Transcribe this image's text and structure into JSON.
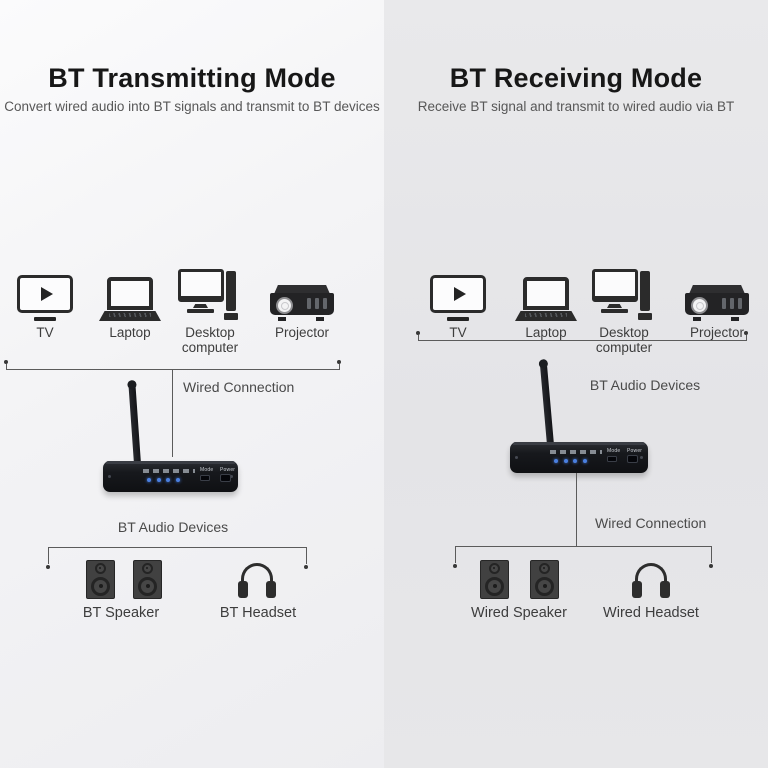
{
  "left": {
    "title": "BT Transmitting Mode",
    "subtitle": "Convert wired audio into BT signals and transmit to BT devices",
    "sources": [
      "TV",
      "Laptop",
      "Desktop computer",
      "Projector"
    ],
    "wired_connection_label": "Wired Connection",
    "bt_devices_label": "BT Audio Devices",
    "outputs": [
      "BT Speaker",
      "BT Headset"
    ],
    "device": {
      "mode_label": "Mode",
      "power_label": "Power"
    }
  },
  "right": {
    "title": "BT Receiving Mode",
    "subtitle": "Receive BT signal and transmit to wired audio via BT",
    "sources": [
      "TV",
      "Laptop",
      "Desktop computer",
      "Projector"
    ],
    "bt_devices_label": "BT Audio Devices",
    "wired_connection_label": "Wired Connection",
    "outputs": [
      "Wired Speaker",
      "Wired Headset"
    ],
    "device": {
      "mode_label": "Mode",
      "power_label": "Power"
    }
  },
  "icons": {
    "sources": [
      "tv-icon",
      "laptop-icon",
      "desktop-computer-icon",
      "projector-icon"
    ],
    "outputs": [
      "speaker-pair-icon",
      "headset-icon"
    ],
    "hub": "bt-adapter-device-icon"
  },
  "colors": {
    "led_blue": "#4a7fe0",
    "line": "#5b5b5b",
    "title_text": "#171717",
    "subtitle_text": "#575757",
    "left_background": "#f3f3f5",
    "right_background": "#e5e5e8"
  }
}
